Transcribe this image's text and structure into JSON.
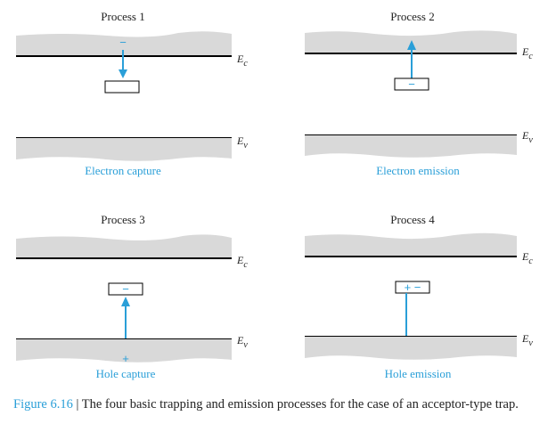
{
  "panels": [
    {
      "title": "Process 1",
      "ec": "E",
      "ec_sub": "c",
      "ev": "E",
      "ev_sub": "v",
      "label": "Electron capture",
      "trap_sign": "",
      "arrow_sign": "−",
      "carrier_sign": ""
    },
    {
      "title": "Process 2",
      "ec": "E",
      "ec_sub": "c",
      "ev": "E",
      "ev_sub": "v",
      "label": "Electron emission",
      "trap_sign": "−",
      "arrow_sign": "",
      "carrier_sign": ""
    },
    {
      "title": "Process 3",
      "ec": "E",
      "ec_sub": "c",
      "ev": "E",
      "ev_sub": "v",
      "label": "Hole capture",
      "trap_sign": "−",
      "arrow_sign": "",
      "carrier_sign": "+"
    },
    {
      "title": "Process 4",
      "ec": "E",
      "ec_sub": "c",
      "ev": "E",
      "ev_sub": "v",
      "label": "Hole emission",
      "trap_sign": "+ −",
      "arrow_sign": "",
      "carrier_sign": ""
    }
  ],
  "caption": {
    "lead": "Figure 6.16",
    "sep": " | ",
    "text": "The four basic trapping and emission processes for the case of an acceptor-type trap."
  },
  "colors": {
    "accent": "#2a9fd8",
    "band_fill": "#d9d9d9",
    "line": "#000000"
  }
}
